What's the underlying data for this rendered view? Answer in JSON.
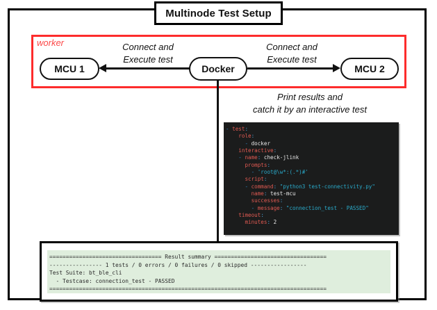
{
  "title": {
    "text": "Multinode Test Setup"
  },
  "worker_group": {
    "label": "worker",
    "border_color": "#fd2c2c"
  },
  "nodes": [
    {
      "id": "mcu1",
      "label": "MCU 1",
      "shape": "rounded-rect"
    },
    {
      "id": "docker",
      "label": "Docker",
      "shape": "rounded-rect"
    },
    {
      "id": "mcu2",
      "label": "MCU 2",
      "shape": "rounded-rect"
    }
  ],
  "edges": [
    {
      "id": "docker-to-mcu1",
      "from": "docker",
      "to": "mcu1",
      "direction": "left",
      "label_line1": "Connect and",
      "label_line2": "Execute test"
    },
    {
      "id": "docker-to-mcu2",
      "from": "docker",
      "to": "mcu2",
      "direction": "right",
      "label_line1": "Connect and",
      "label_line2": "Execute test"
    },
    {
      "id": "docker-to-results",
      "from": "docker",
      "to": "result-panel",
      "direction": "down",
      "label_line1": "Print results and",
      "label_line2": "catch it by an interactive test"
    }
  ],
  "code_block": {
    "language": "yaml",
    "background": "#1b1c1c",
    "lines": [
      "- test:",
      "    role:",
      "      - docker",
      "    interactive:",
      "    - name: check-jlink",
      "      prompts:",
      "        - 'root@\\w*:(.*)#'",
      "      script:",
      "      - command: \"python3 test-connectivity.py\"",
      "        name: test-mcu",
      "        successes:",
      "        - message: \"connection_test - PASSED\"",
      "    timeout:",
      "      minutes: 2"
    ],
    "colors": {
      "key": "#e05a52",
      "dash": "#2f86c4",
      "value": "#e9e9e9",
      "string": "#2aa9c9"
    }
  },
  "result_panel": {
    "background": "#dfeedd",
    "lines": [
      "================================== Result summary ==================================",
      "---------------- 1 tests / 0 errors / 0 failures / 0 skipped -----------------",
      "Test Suite: bt_ble_cli",
      "  - Testcase: connection_test - PASSED",
      "===================================================================================="
    ],
    "summary": {
      "tests": 1,
      "errors": 0,
      "failures": 0,
      "skipped": 0,
      "suite": "bt_ble_cli",
      "testcase": "connection_test",
      "status": "PASSED"
    }
  }
}
